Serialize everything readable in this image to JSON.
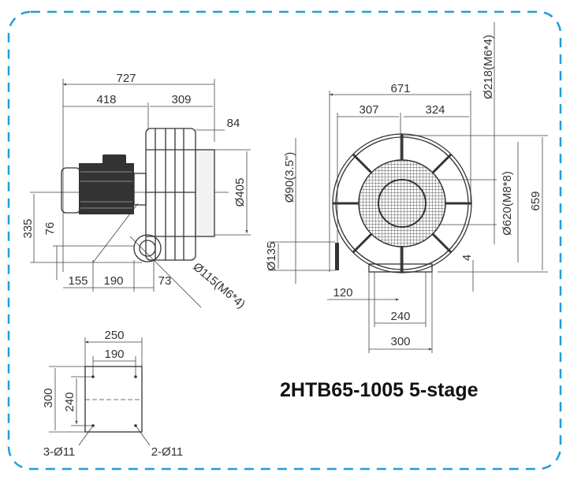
{
  "title": "2HTB65-1005 5-stage",
  "colors": {
    "border": "#1e9ee0",
    "line": "#333333"
  },
  "side_view": {
    "overall_length": "727",
    "motor_part": "418",
    "fan_part": "309",
    "inlet_depth": "84",
    "inlet_diameter": "Ø405",
    "center_height": "335",
    "outlet_height": "76",
    "foot_offset": "155",
    "foot_spacing": "190",
    "outlet_offset": "73",
    "outlet_flange": "Ø115(M6*4)"
  },
  "front_view": {
    "overall_width": "671",
    "left_width": "307",
    "right_width": "324",
    "bolt_circle_inlet": "Ø218(M6*4)",
    "housing_diameter": "Ø620(M8*8)",
    "overall_height": "659",
    "outlet_pipe": "Ø90(3.5\")",
    "outlet_flange": "Ø135",
    "base_gap": "4",
    "outlet_offset": "120",
    "base_hole_spacing": "240",
    "base_width": "300"
  },
  "base_plate": {
    "width": "250",
    "hole_spacing_x": "190",
    "length": "300",
    "hole_spacing_y": "240",
    "holes_left": "3-Ø11",
    "holes_right": "2-Ø11"
  }
}
